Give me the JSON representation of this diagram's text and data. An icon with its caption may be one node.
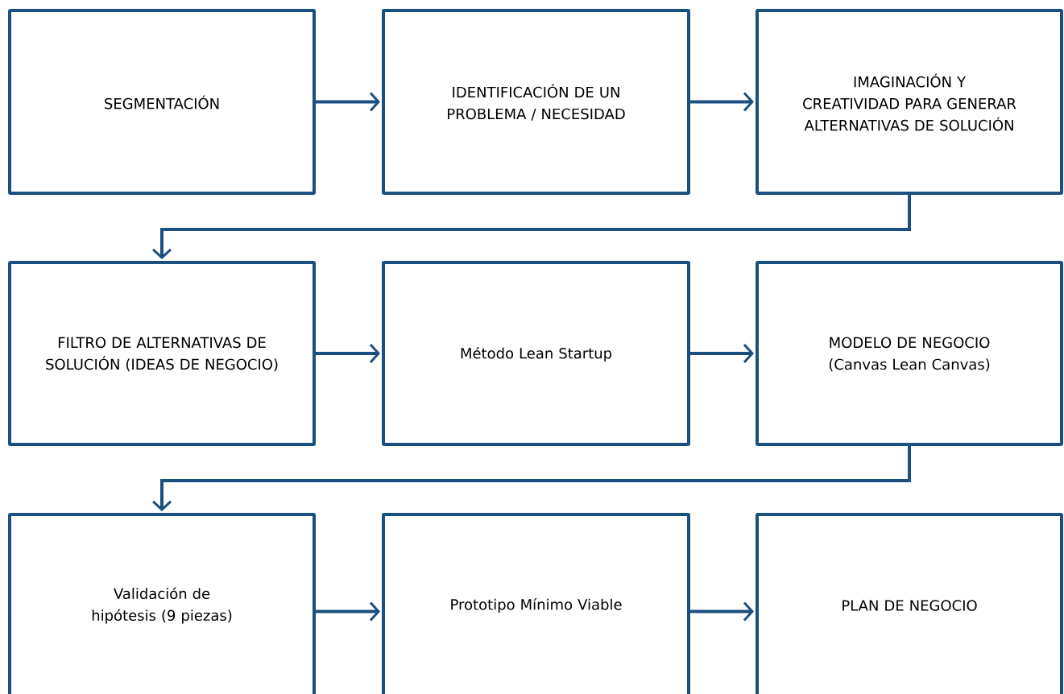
{
  "diagram": {
    "nodes": [
      {
        "text": [
          "SEGMENTACIÓN"
        ]
      },
      {
        "text": [
          "IDENTIFICACIÓN DE UN PROBLEMA / NECESIDAD"
        ]
      },
      {
        "text": [
          "IMAGINACIÓN Y CREATIVIDAD PARA GENERAR ALTERNATIVAS DE SOLUCIÓN"
        ]
      },
      {
        "text": [
          "FILTRO DE ALTERNATIVAS DE SOLUCIÓN (IDEAS DE NEGOCIO)"
        ]
      },
      {
        "text": [
          "Método Lean Startup"
        ]
      },
      {
        "text": [
          "MODELO DE NEGOCIO (Canvas Lean Canvas)"
        ]
      },
      {
        "text": [
          "Validación de hipótesis (9 piezas)"
        ]
      },
      {
        "text": [
          "Prototipo Mínimo Viable"
        ]
      },
      {
        "text": [
          "PLAN DE NEGOCIO"
        ]
      }
    ],
    "edges": [
      {
        "from": 0,
        "to": 1,
        "arrow": "to"
      },
      {
        "from": 1,
        "to": 2,
        "arrow": "to"
      },
      {
        "from": 2,
        "to": 3,
        "arrow": "to"
      },
      {
        "from": 3,
        "to": 4,
        "arrow": "to"
      },
      {
        "from": 4,
        "to": 5,
        "arrow": "to"
      },
      {
        "from": 5,
        "to": 6,
        "arrow": "to"
      },
      {
        "from": 6,
        "to": 7,
        "arrow": "to"
      },
      {
        "from": 7,
        "to": 8,
        "arrow": "to"
      }
    ]
  }
}
